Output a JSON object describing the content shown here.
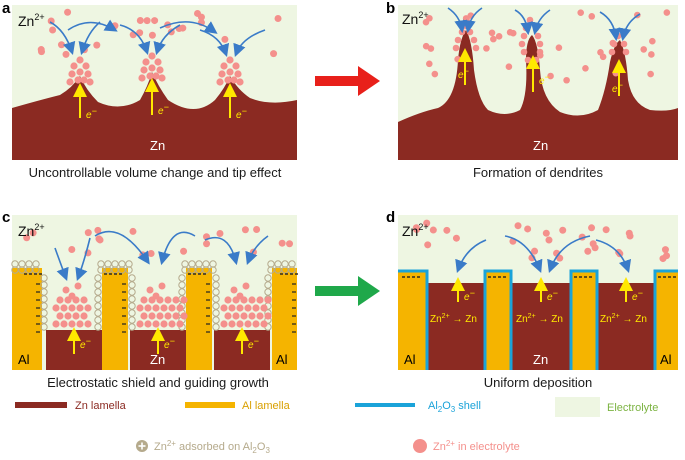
{
  "panels": {
    "a": {
      "letter": "a",
      "ion": "Zn",
      "ion_sup": "2+",
      "metal": "Zn",
      "electron": "e",
      "electron_sup": "−",
      "caption": "Uncontrollable volume change and tip effect"
    },
    "b": {
      "letter": "b",
      "ion": "Zn",
      "ion_sup": "2+",
      "metal": "Zn",
      "electron": "e",
      "electron_sup": "−",
      "caption": "Formation of dendrites"
    },
    "c": {
      "letter": "c",
      "ion": "Zn",
      "ion_sup": "2+",
      "metal_center": "Zn",
      "al_left": "Al",
      "al_right": "Al",
      "electron": "e",
      "electron_sup": "−",
      "caption": "Electrostatic shield and guiding growth"
    },
    "d": {
      "letter": "d",
      "ion": "Zn",
      "ion_sup": "2+",
      "metal_center": "Zn",
      "al_left": "Al",
      "al_right": "Al",
      "electron": "e",
      "electron_sup": "−",
      "reaction_ion": "Zn",
      "reaction_ion_sup": "2+",
      "reaction_arrow": "→",
      "reaction_product": "Zn",
      "caption": "Uniform deposition"
    }
  },
  "legend": {
    "zn_lamella": "Zn lamella",
    "al_lamella": "Al lamella",
    "al2o3_shell_prefix": "Al",
    "al2o3_shell_sub1": "2",
    "al2o3_shell_mid": "O",
    "al2o3_shell_sub2": "3",
    "al2o3_shell_suffix": " shell",
    "electrolyte": "Electrolyte",
    "adsorbed_prefix": "Zn",
    "adsorbed_sup": "2+",
    "adsorbed_mid": " adsorbed on Al",
    "adsorbed_sub1": "2",
    "adsorbed_o": "O",
    "adsorbed_sub2": "3",
    "in_electrolyte_prefix": "Zn",
    "in_electrolyte_sup": "2+",
    "in_electrolyte_suffix": " in electrolyte"
  },
  "colors": {
    "zn": "#8b2a22",
    "al": "#f5b400",
    "shell": "#1aa3d9",
    "electrolyte": "#eef6e2",
    "ion": "#f4908c",
    "adsorbed": "#b5aa8c",
    "arrow_blue": "#3a7bc8",
    "arrow_red": "#e8201a",
    "arrow_green": "#1fa84a",
    "electron": "#ffe800",
    "legend_zn_text": "#8b2a22",
    "legend_al_text": "#d9a000",
    "legend_shell_text": "#1aa3d9",
    "legend_electrolyte_text": "#7cb342",
    "legend_adsorbed_text": "#b5aa8c",
    "legend_ion_text": "#f4908c"
  },
  "icons": [
    "curved-arrow-icon",
    "electron-arrow-icon",
    "transition-arrow-icon",
    "plus-circle-icon"
  ]
}
